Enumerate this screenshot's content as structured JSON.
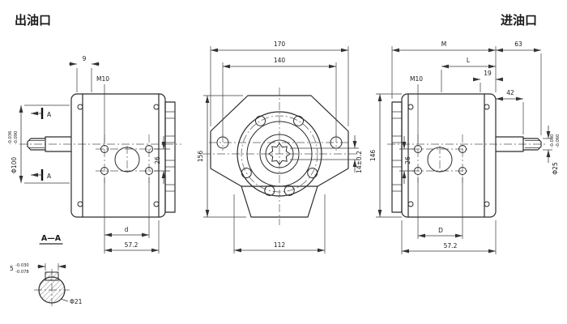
{
  "labels": {
    "outlet_port": "出油口",
    "inlet_port": "进油口"
  },
  "left_view": {
    "dim_offset": "9",
    "thread_label": "M10",
    "pilot_dia": "Φ100",
    "pilot_dia_tol_upper": "-0.036",
    "pilot_dia_tol_lower": "-0.090",
    "port_row_spacing": "26",
    "port_spacing": "d",
    "body_width": "57.2",
    "section_label_top": "A",
    "section_label_bottom": "A"
  },
  "front_view": {
    "flange_width": "170",
    "bolt_hole_span": "140",
    "flange_height": "156",
    "key_height": "14±0.2",
    "foot_span": "112"
  },
  "right_view": {
    "body_length": "M",
    "shaft_length": "63",
    "dim_L": "L",
    "dim_19": "19",
    "shaft_section_length": "42",
    "thread_label": "M10",
    "port_row_spacing": "26",
    "body_height": "146",
    "port_spacing": "D",
    "body_width": "57.2",
    "shaft_dia": "Φ25",
    "shaft_dia_tol_upper": "-0.030",
    "shaft_dia_tol_lower": "-0.060"
  },
  "section_view": {
    "title": "A—A",
    "key_width": "5",
    "key_tol_upper": "-0.030",
    "key_tol_lower": "-0.078",
    "shaft_dia": "Φ21"
  }
}
